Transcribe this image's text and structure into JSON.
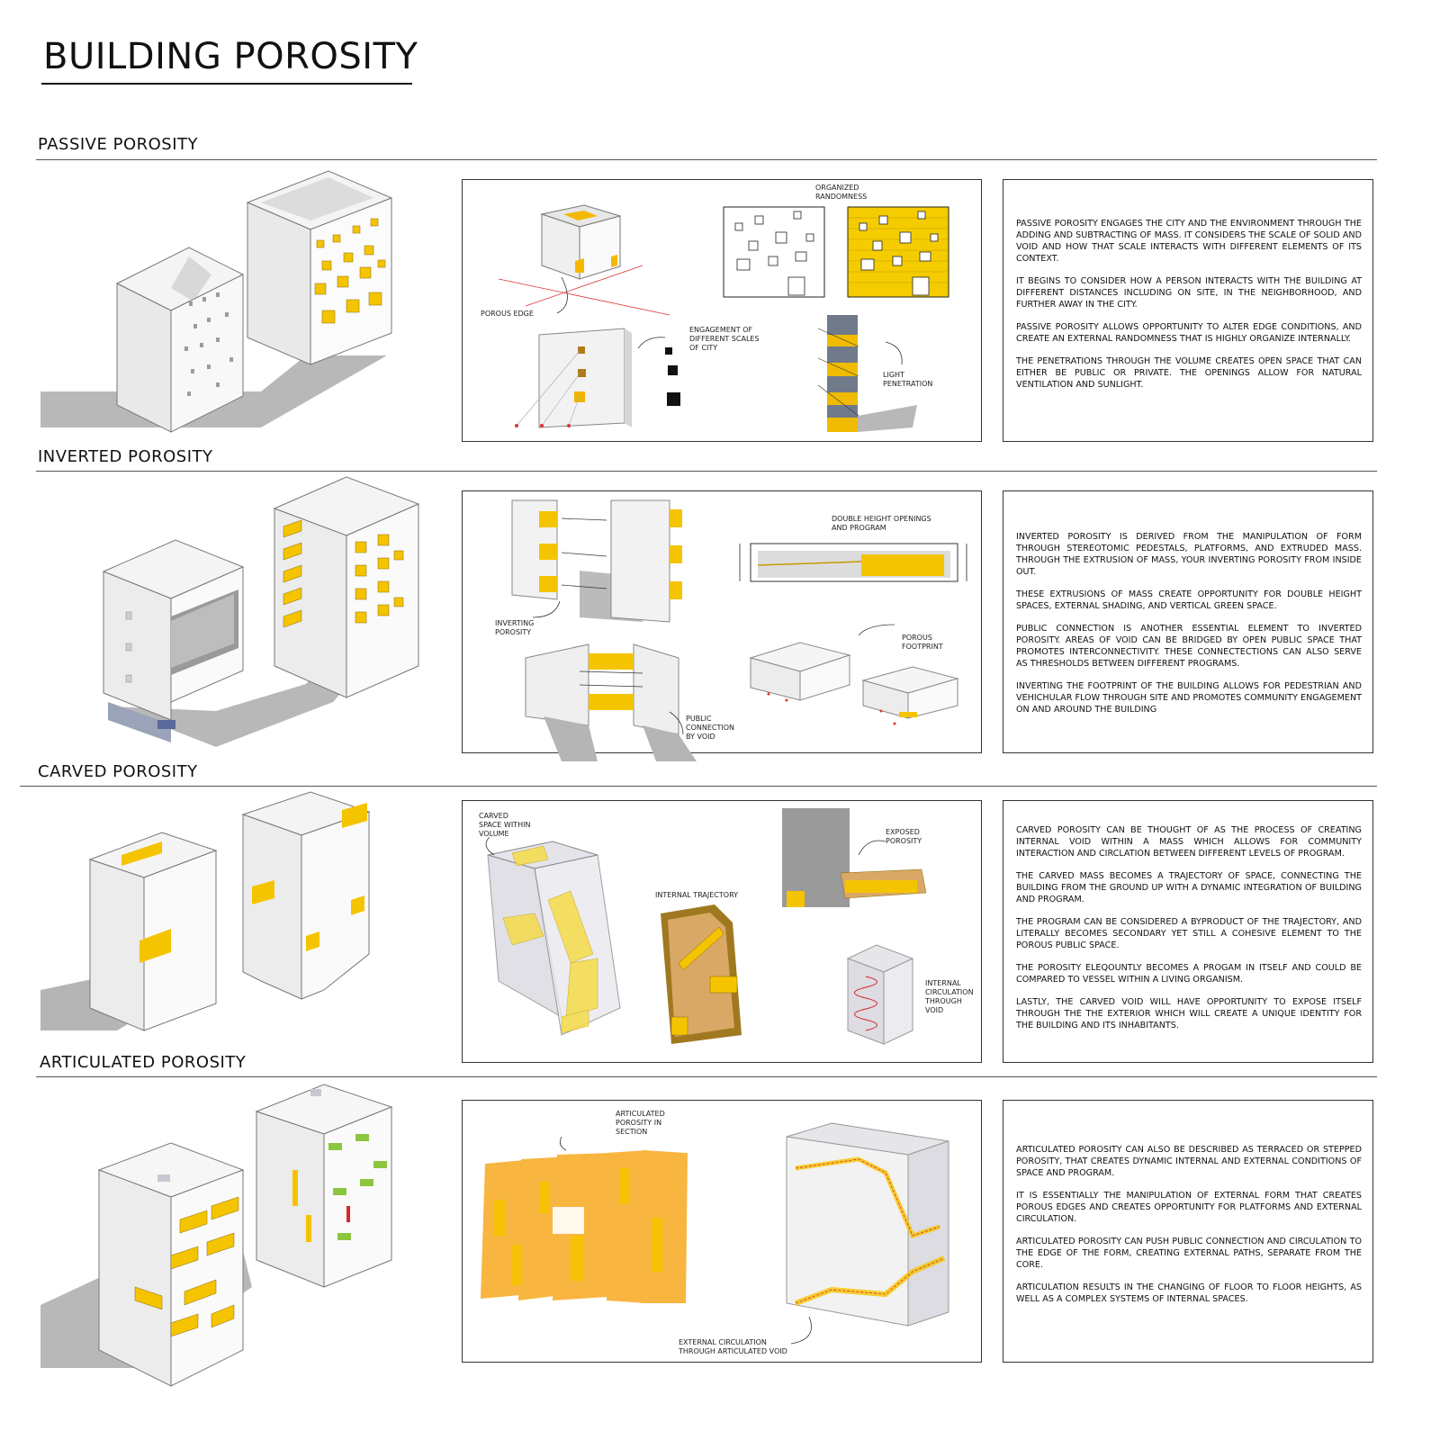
{
  "title": "BUILDING POROSITY",
  "sections": [
    {
      "heading": "PASSIVE POROSITY",
      "labels": [
        "ORGANIZED RANDOMNESS",
        "POROUS EDGE",
        "ENGAGEMENT OF DIFFERENT SCALES OF CITY",
        "LIGHT PENETRATION"
      ],
      "paragraphs": [
        "PASSIVE POROSITY ENGAGES THE CITY AND THE ENVIRONMENT THROUGH THE ADDING AND SUBTRACTING OF MASS. IT CONSIDERS THE SCALE OF SOLID AND VOID AND HOW THAT SCALE INTERACTS WITH DIFFERENT ELEMENTS OF ITS CONTEXT.",
        "IT BEGINS TO CONSIDER HOW A PERSON INTERACTS WITH THE BUILDING AT DIFFERENT DISTANCES INCLUDING ON SITE, IN THE NEIGHBORHOOD, AND FURTHER AWAY IN THE CITY.",
        "PASSIVE POROSITY ALLOWS OPPORTUNITY TO ALTER EDGE CONDITIONS, AND CREATE AN EXTERNAL RANDOMNESS THAT IS HIGHLY ORGANIZE INTERNALLY.",
        "THE PENETRATIONS THROUGH THE VOLUME CREATES OPEN SPACE THAT CAN EITHER BE PUBLIC OR PRIVATE. THE OPENINGS ALLOW FOR NATURAL VENTILATION AND SUNLIGHT."
      ]
    },
    {
      "heading": "INVERTED POROSITY",
      "labels": [
        "DOUBLE HEIGHT OPENINGS AND PROGRAM",
        "INVERTING POROSITY",
        "POROUS FOOTPRINT",
        "PUBLIC CONNECTION BY VOID"
      ],
      "paragraphs": [
        "INVERTED POROSITY IS DERIVED FROM THE MANIPULATION OF FORM THROUGH STEREOTOMIC PEDESTALS, PLATFORMS, AND EXTRUDED MASS. THROUGH THE EXTRUSION OF MASS, YOUR INVERTING POROSITY FROM INSIDE OUT.",
        "THESE EXTRUSIONS OF MASS CREATE OPPORTUNITY FOR DOUBLE HEIGHT SPACES, EXTERNAL SHADING, AND VERTICAL GREEN SPACE.",
        "PUBLIC CONNECTION IS ANOTHER ESSENTIAL ELEMENT TO INVERTED POROSITY. AREAS OF VOID CAN BE BRIDGED BY OPEN PUBLIC SPACE THAT PROMOTES INTERCONNECTIVITY. THESE CONNECTECTIONS CAN ALSO SERVE AS THRESHOLDS BETWEEN DIFFERENT PROGRAMS.",
        "INVERTING THE FOOTPRINT OF THE BUILDING ALLOWS FOR PEDESTRIAN AND VEHICHULAR FLOW THROUGH SITE AND PROMOTES COMMUNITY ENGAGEMENT ON AND AROUND THE BUILDING"
      ]
    },
    {
      "heading": "CARVED POROSITY",
      "labels": [
        "CARVED SPACE WITHIN VOLUME",
        "EXPOSED POROSITY",
        "INTERNAL TRAJECTORY",
        "INTERNAL CIRCULATION THROUGH VOID"
      ],
      "paragraphs": [
        "CARVED POROSITY CAN BE THOUGHT OF AS THE PROCESS OF CREATING INTERNAL VOID WITHIN A MASS WHICH ALLOWS FOR COMMUNITY INTERACTION AND CIRCLATION BETWEEN DIFFERENT LEVELS OF PROGRAM.",
        "THE CARVED MASS BECOMES A TRAJECTORY OF SPACE, CONNECTING THE BUILDING FROM THE GROUND UP WITH A DYNAMIC INTEGRATION OF BUILDING AND PROGRAM.",
        "THE PROGRAM CAN BE CONSIDERED A BYPRODUCT OF THE TRAJECTORY, AND LITERALLY BECOMES SECONDARY YET STILL A COHESIVE ELEMENT TO THE POROUS PUBLIC SPACE.",
        "THE POROSITY ELEQOUNTLY BECOMES A PROGAM IN ITSELF AND COULD BE COMPARED TO VESSEL WITHIN A LIVING ORGANISM.",
        "LASTLY, THE CARVED VOID WILL HAVE OPPORTUNITY TO EXPOSE ITSELF THROUGH THE THE EXTERIOR WHICH WILL CREATE A UNIQUE IDENTITY FOR THE BUILDING AND ITS INHABITANTS."
      ]
    },
    {
      "heading": "ARTICULATED POROSITY",
      "labels": [
        "ARTICULATED POROSITY IN SECTION",
        "EXTERNAL CIRCULATION THROUGH ARTICULATED VOID"
      ],
      "paragraphs": [
        "ARTICULATED POROSITY CAN ALSO BE DESCRIBED AS TERRACED OR STEPPED POROSITY, THAT CREATES DYNAMIC INTERNAL AND EXTERNAL CONDITIONS OF SPACE AND PROGRAM.",
        "IT IS ESSENTIALLY THE MANIPULATION OF EXTERNAL FORM THAT CREATES POROUS EDGES AND CREATES OPPORTUNITY FOR PLATFORMS AND EXTERNAL CIRCULATION.",
        "ARTICULATED POROSITY CAN PUSH PUBLIC CONNECTION AND CIRCULATION TO THE EDGE OF THE FORM, CREATING EXTERNAL PATHS, SEPARATE FROM THE CORE.",
        "ARTICULATION RESULTS IN THE CHANGING OF FLOOR TO FLOOR HEIGHTS, AS WELL AS A COMPLEX SYSTEMS OF INTERNAL SPACES."
      ]
    }
  ],
  "colors": {
    "accent_yellow": "#f5c400",
    "accent_orange": "#f6a21a",
    "accent_green": "#8cc63f",
    "shadow": "#b5b5b5",
    "line": "#333333",
    "circulation_red": "#d9262e"
  }
}
